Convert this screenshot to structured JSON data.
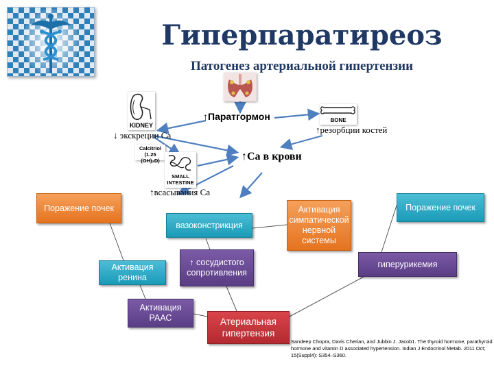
{
  "header": {
    "title": "Гиперпаратиреоз",
    "subtitle": "Патогенез артериальной гипертензии"
  },
  "icons": {
    "kidney_label": "KIDNEY",
    "bone_label": "BONE",
    "calcitriol_label": "Calcitriol",
    "calcitriol_formula": "(1.25 (OH)₂D)",
    "intestine_label_1": "SMALL",
    "intestine_label_2": "INTESTINE"
  },
  "labels": {
    "pth": "↑Паратгормон",
    "excretion": "↓ экскреции Са",
    "resorption": "↑резорбции костей",
    "blood_ca": "↑Са в крови",
    "absorption": "↑всасывания Са"
  },
  "boxes": {
    "kidney_damage_left": "Поражение почек",
    "renin": "Активация ренина",
    "raas": "Активация РААС",
    "vasoconstriction": "вазоконстрикция",
    "resistance": "↑ сосудистого сопротивления",
    "sympathetic": "Активация симпатической нервной системы",
    "hypertension": "Атериальная гипертензия",
    "hyperuricemia": "гиперурикемия",
    "kidney_damage_right": "Поражение почек"
  },
  "reference": "Sandeep Chopra, Davis Cherian, and Jubbin J. Jacob1. The thyroid hormone, parathyroid hormone and vitamin D associated hypertension. Indian J Endocrinol Metab. 2011 Oct; 15(Suppl4): S354–S360.",
  "colors": {
    "title": "#1f3864",
    "orange": "#e5731f",
    "teal": "#1a9bb8",
    "purple": "#5a3d85",
    "red": "#b32a30",
    "arrow": "#4f7fbf"
  }
}
